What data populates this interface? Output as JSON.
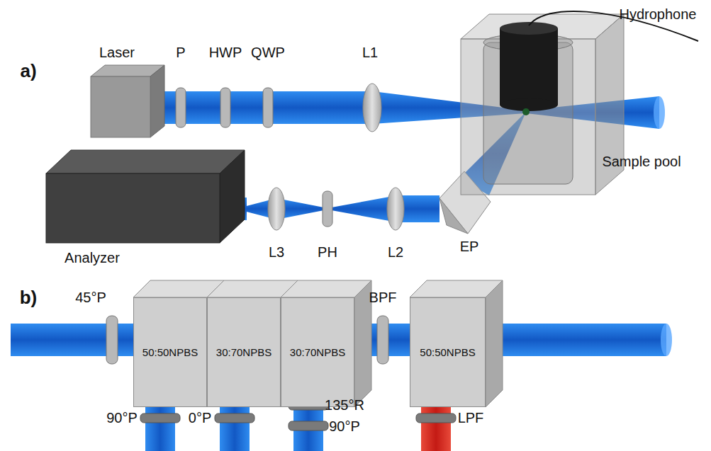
{
  "diagram": {
    "nodes": [
      {
        "text": [
          "50:50NPBS"
        ]
      },
      {
        "text": [
          "30:70NPBS"
        ]
      },
      {
        "text": [
          "30:70NPBS"
        ]
      },
      {
        "text": [
          "50:50NPBS"
        ]
      }
    ],
    "labels": [
      "a)",
      "Laser",
      "P",
      "HWP",
      "QWP",
      "L1",
      "Hydrophone",
      "Sample pool",
      "Analyzer",
      "L3",
      "PH",
      "L2",
      "EP",
      "b)",
      "45°P",
      "BPF",
      "90°P",
      "0°P",
      "135°R",
      "90°P",
      "LPF"
    ]
  }
}
